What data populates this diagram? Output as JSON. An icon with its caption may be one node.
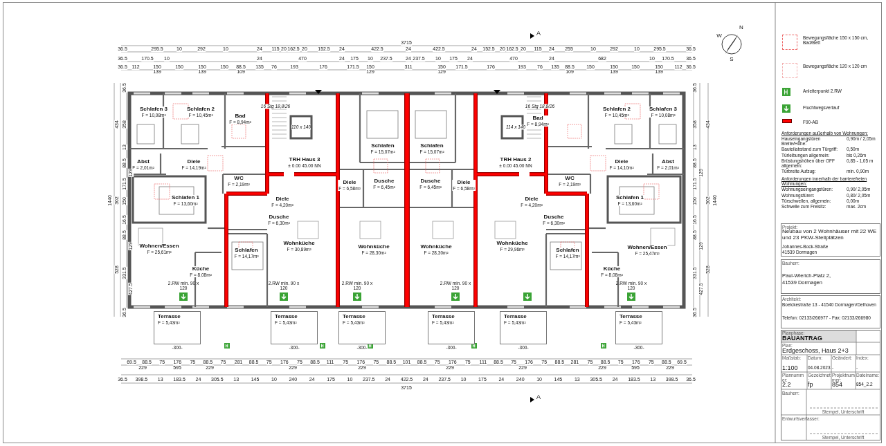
{
  "diagram": {
    "nodes": [
      {
        "text": [
          "Schlafen 3",
          "F = 10,08m²"
        ]
      },
      {
        "text": [
          "Schlafen 2",
          "F = 10,45m²"
        ]
      },
      {
        "text": [
          "Bad",
          "F = 8,94m²"
        ]
      },
      {
        "text": [
          "Abst",
          "F = 2,01m²"
        ]
      },
      {
        "text": [
          "Diele",
          "F = 14,19m²"
        ]
      },
      {
        "text": [
          "WC",
          "F = 2,19m²"
        ]
      },
      {
        "text": [
          "Schlafen 1",
          "F = 13,60m²"
        ]
      },
      {
        "text": [
          "Wohnen/Essen",
          "F = 25,61m²"
        ]
      },
      {
        "text": [
          "Küche",
          "F = 8,08m²"
        ]
      },
      {
        "text": [
          "TRH Haus 3",
          "± 0.00 45.00 NN"
        ]
      },
      {
        "text": [
          "Diele",
          "F = 4,20m²"
        ]
      },
      {
        "text": [
          "Dusche",
          "F = 6,30m²"
        ]
      },
      {
        "text": [
          "Schlafen",
          "F = 14,17m²"
        ]
      },
      {
        "text": [
          "Wohnküche",
          "F = 30,89m²"
        ]
      },
      {
        "text": [
          "Schlafen",
          "F = 15,07m²"
        ]
      },
      {
        "text": [
          "Diele",
          "F = 6,58m²"
        ]
      },
      {
        "text": [
          "Dusche",
          "F = 6,45m²"
        ]
      },
      {
        "text": [
          "Wohnküche",
          "F = 28,30m²"
        ]
      },
      {
        "text": [
          "Schlafen",
          "F = 15,07m²"
        ]
      },
      {
        "text": [
          "Dusche",
          "F = 6,45m²"
        ]
      },
      {
        "text": [
          "Diele",
          "F = 6,58m²"
        ]
      },
      {
        "text": [
          "Wohnküche",
          "F = 28,30m²"
        ]
      },
      {
        "text": [
          "TRH Haus 2",
          "± 0.00 45.00 NN"
        ]
      },
      {
        "text": [
          "WC",
          "F = 2,19m²"
        ]
      },
      {
        "text": [
          "Bad",
          "F = 8,94m²"
        ]
      },
      {
        "text": [
          "Diele",
          "F = 4,20m²"
        ]
      },
      {
        "text": [
          "Dusche",
          "F = 6,30m²"
        ]
      },
      {
        "text": [
          "Wohnküche",
          "F = 29,96m²"
        ]
      },
      {
        "text": [
          "Schlafen",
          "F = 14,17m²"
        ]
      },
      {
        "text": [
          "Schlafen 2",
          "F = 10,45m²"
        ]
      },
      {
        "text": [
          "Schlafen 3",
          "F = 10,08m²"
        ]
      },
      {
        "text": [
          "Diele",
          "F = 14,10m²"
        ]
      },
      {
        "text": [
          "Abst",
          "F = 2,01m²"
        ]
      },
      {
        "text": [
          "Schlafen 1",
          "F = 13,60m²"
        ]
      },
      {
        "text": [
          "Wohnen/Essen",
          "F = 25,47m²"
        ]
      },
      {
        "text": [
          "Küche",
          "F = 8,08m²"
        ]
      },
      {
        "text": [
          "Terrasse",
          "F = 5,43m²"
        ],
        "beside": [
          "-300-"
        ]
      },
      {
        "text": [
          "Terrasse",
          "F = 5,43m²"
        ],
        "beside": [
          "-300-"
        ]
      },
      {
        "text": [
          "Terrasse",
          "F = 5,43m²"
        ],
        "beside": [
          "-300-"
        ]
      },
      {
        "text": [
          "Terrasse",
          "F = 5,43m²"
        ],
        "beside": [
          "-300-"
        ]
      },
      {
        "text": [
          "Terrasse",
          "F = 5,43m²"
        ],
        "beside": [
          "-300-"
        ]
      },
      {
        "text": [
          "Terrasse",
          "F = 5,43m²"
        ],
        "beside": [
          "-300-"
        ]
      }
    ],
    "labels": [
      "A",
      "3715",
      "36.5",
      "295.5",
      "10",
      "292",
      "10",
      "24",
      "115",
      "20",
      "162.5",
      "20",
      "152.5",
      "24",
      "422.5",
      "24",
      "422.5",
      "24",
      "152.5",
      "20",
      "162.5",
      "20",
      "115",
      "24",
      "255",
      "10",
      "292",
      "10",
      "295.5",
      "36.5",
      "36.5",
      "170.5",
      "10",
      "24",
      "470",
      "24",
      "175",
      "10",
      "237.5",
      "24",
      "237.5",
      "10",
      "175",
      "24",
      "470",
      "24",
      "682",
      "10",
      "170.5",
      "36.5",
      "36.5",
      "112",
      "150",
      "150",
      "150",
      "150",
      "88.5",
      "135",
      "76",
      "193",
      "176",
      "171.5",
      "150",
      "311",
      "150",
      "171.5",
      "176",
      "193",
      "76",
      "135",
      "88.5",
      "150",
      "150",
      "150",
      "150",
      "112",
      "36.5",
      "139",
      "139",
      "109",
      "129",
      "129",
      "109",
      "139",
      "139",
      "36.5",
      "358",
      "13",
      "88.5",
      "171.5",
      "150",
      "16.5",
      "88.5",
      "331.5",
      "36.5",
      "129",
      "129",
      "427.5",
      "434",
      "302",
      "528",
      "1440",
      "36.5",
      "358",
      "13",
      "88.5",
      "171.5",
      "150",
      "16.5",
      "88.5",
      "331.5",
      "36.5",
      "129",
      "129",
      "427.5",
      "434",
      "302",
      "528",
      "1440",
      "16 Stg 18,8/26",
      "110 x 140",
      "16 Stg 18,8/26",
      "114 x 140",
      "2.RW min. 90 x 120",
      "2.RW min. 90 x 120",
      "2.RW min. 90 x 120",
      "2.RW min. 90 x 120",
      "2.RW min. 90 x 120",
      "69.5",
      "88.5",
      "75",
      "176",
      "75",
      "88.5",
      "75",
      "281",
      "88.5",
      "75",
      "176",
      "75",
      "88.5",
      "111",
      "75",
      "176",
      "75",
      "88.5",
      "101",
      "88.5",
      "75",
      "176",
      "75",
      "111",
      "88.5",
      "75",
      "176",
      "75",
      "88.5",
      "281",
      "75",
      "88.5",
      "75",
      "176",
      "75",
      "88.5",
      "69.5",
      "229",
      "595",
      "229",
      "229",
      "229",
      "229",
      "229",
      "229",
      "595",
      "229",
      "36.5",
      "398.5",
      "13",
      "183.5",
      "24",
      "305.5",
      "13",
      "145",
      "10",
      "240",
      "24",
      "175",
      "10",
      "237.5",
      "24",
      "422.5",
      "24",
      "237.5",
      "10",
      "175",
      "24",
      "240",
      "10",
      "145",
      "13",
      "305.5",
      "24",
      "183.5",
      "13",
      "398.5",
      "36.5",
      "3715",
      "A",
      "W",
      "N",
      "S",
      "Anforderungen außerhalb von Wohnungen:",
      "Hauseingangstüren Breite/Höhe:",
      "0,90m / 2,05m",
      "Bauteilabstand zum Türgriff:",
      "0,50m",
      "Türleibungen allgemein:",
      "bis 0,26m",
      "Brüstungshöhen über OFF allgemein:",
      "0,85 - 1,05 m",
      "Türbreite Aufzug:",
      "min. 0,90m",
      "Anforderungen innerhalb der barrierefreien Wohnungen:",
      "Wohnungseingangstüren:",
      "0,90/ 2,05m",
      "Wohnungstüren:",
      "0,80/ 2,05m",
      "Türschwellen, allgemein:",
      "0,00m",
      "Schwelle zum Freisitz:",
      "max. 2cm",
      "Projekt:",
      "Neubau von 2 Wohnhäuser mit 22 WE und 23 PKW-Stellplätzen",
      "Johannes-Bock-Straße",
      "41539 Dormagen",
      "Bauherr:",
      "Paul-Wierich-Platz 2,",
      "41539 Dormagen",
      "Architekt:",
      "Boelckestraße 13 - 41540 Dormagen/Delhoven",
      "Telefon: 02133/266977 - Fax: 02133/266980",
      "Planphase:",
      "BAUANTRAG",
      "Plan:",
      "Erdgeschoss, Haus 2+3",
      "Maßstab:",
      "1:100",
      "Datum:",
      "04.08.2023",
      "Geändert:",
      "-",
      "Index:",
      "-",
      "Plannummer:",
      "2.2",
      "Gezeichnet:",
      "fp",
      "Projektnummer:",
      "854",
      "Dateiname:",
      "854_2.2",
      "Bauherr:",
      "Stempel, Unterschrift",
      "Entwurfsverfasser:",
      "Stempel, Unterschrift"
    ],
    "legend": [
      {
        "text": "Bewegungsfläche 150 x 150 cm, Bad/Bett"
      },
      {
        "text": "Bewegungsfläche 120 x 120 cm"
      },
      {
        "text": "Anleiterpunkt 2.RW"
      },
      {
        "text": "Fluchtwegsverlauf"
      },
      {
        "text": "F90-AB",
        "color": "#ff0000"
      }
    ]
  }
}
